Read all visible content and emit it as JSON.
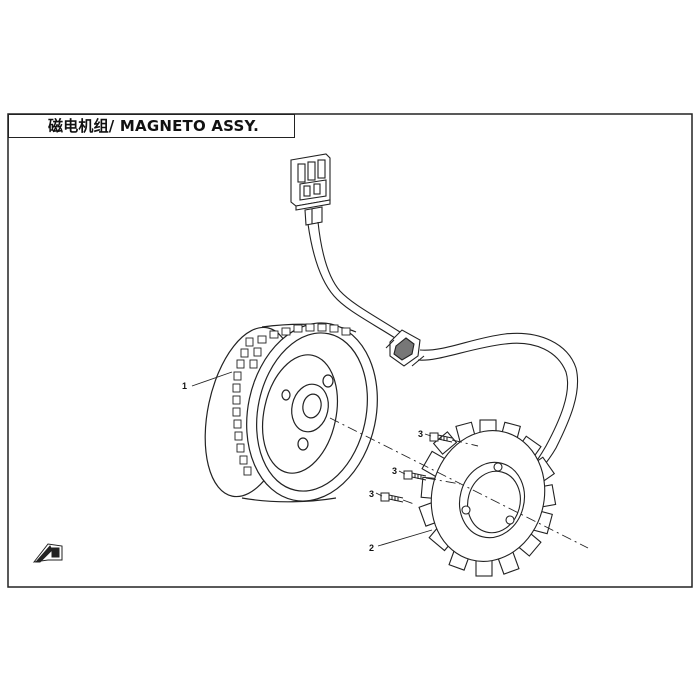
{
  "diagram": {
    "title": "磁电机组/ MAGNETO ASSY.",
    "callouts": {
      "flywheel": "1",
      "stator": "2",
      "bolt_a": "3",
      "bolt_b": "3",
      "bolt_c": "3"
    }
  }
}
